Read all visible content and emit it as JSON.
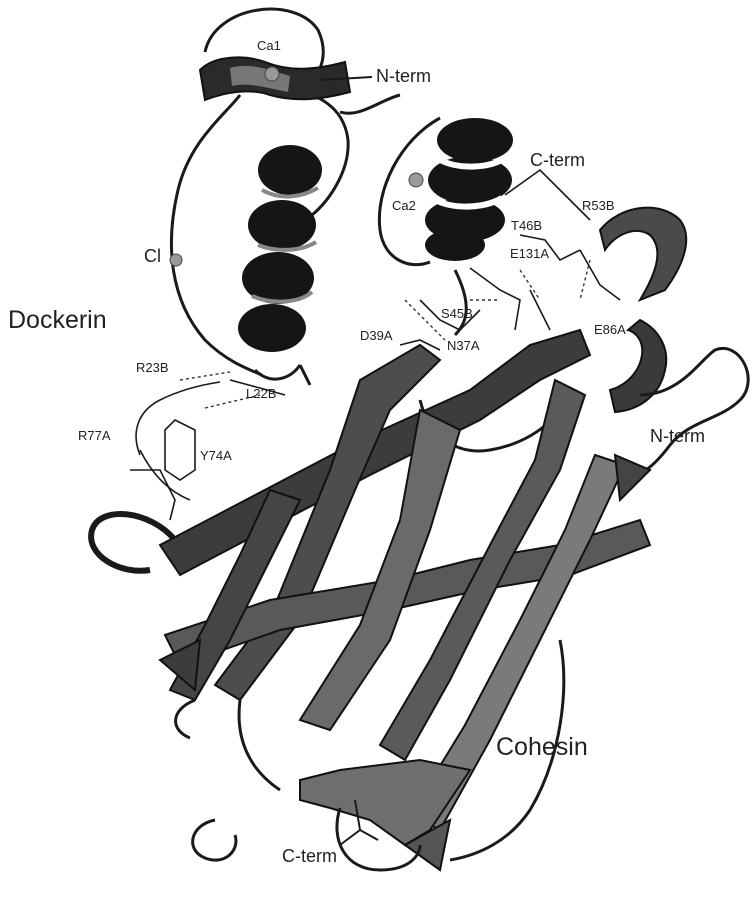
{
  "labels": {
    "ca1": "Ca1",
    "n_term_dockerin": "N-term",
    "c_term_dockerin": "C-term",
    "ca2": "Ca2",
    "t46b": "T46B",
    "r53b": "R53B",
    "e131a": "E131A",
    "cl": "Cl",
    "dockerin": "Dockerin",
    "s45b": "S45B",
    "d39a": "D39A",
    "n37a": "N37A",
    "e86a": "E86A",
    "r23b": "R23B",
    "l22b": "L22B",
    "r77a": "R77A",
    "y74a": "Y74A",
    "n_term_cohesin": "N-term",
    "cohesin": "Cohesin",
    "c_term_cohesin": "C-term"
  },
  "colors": {
    "ribbon_dark": "#1a1a1a",
    "ribbon_mid": "#555555",
    "ribbon_light": "#8a8a8a",
    "ion": "#9a9a9a",
    "background": "#ffffff"
  }
}
